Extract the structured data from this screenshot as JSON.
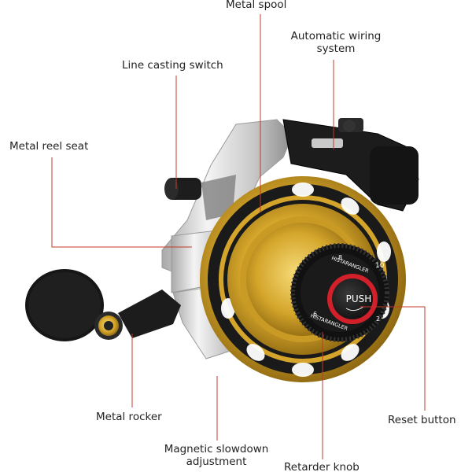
{
  "labels": {
    "metal_spool": "Metal spool",
    "automatic_wiring_1": "Automatic wiring",
    "automatic_wiring_2": "system",
    "line_casting_switch": "Line casting switch",
    "metal_reel_seat": "Metal reel seat",
    "metal_rocker": "Metal rocker",
    "magnetic_slowdown_1": "Magnetic slowdown",
    "magnetic_slowdown_2": "adjustment",
    "retarder_knob": "Retarder knob",
    "reset_button": "Reset button"
  },
  "product_text": {
    "push": "PUSH",
    "brand_top": "HISTARANGLER",
    "brand_bottom": "HISTARANGLER",
    "dial_10": "10",
    "dial_8": "8",
    "dial_6": "6",
    "dial_2": "2"
  },
  "colors": {
    "leader_line": "#c0392b",
    "gold": "#d4a52a",
    "black": "#1b1b1b",
    "silver": "#d9d9d9",
    "push_red": "#d1202a"
  }
}
